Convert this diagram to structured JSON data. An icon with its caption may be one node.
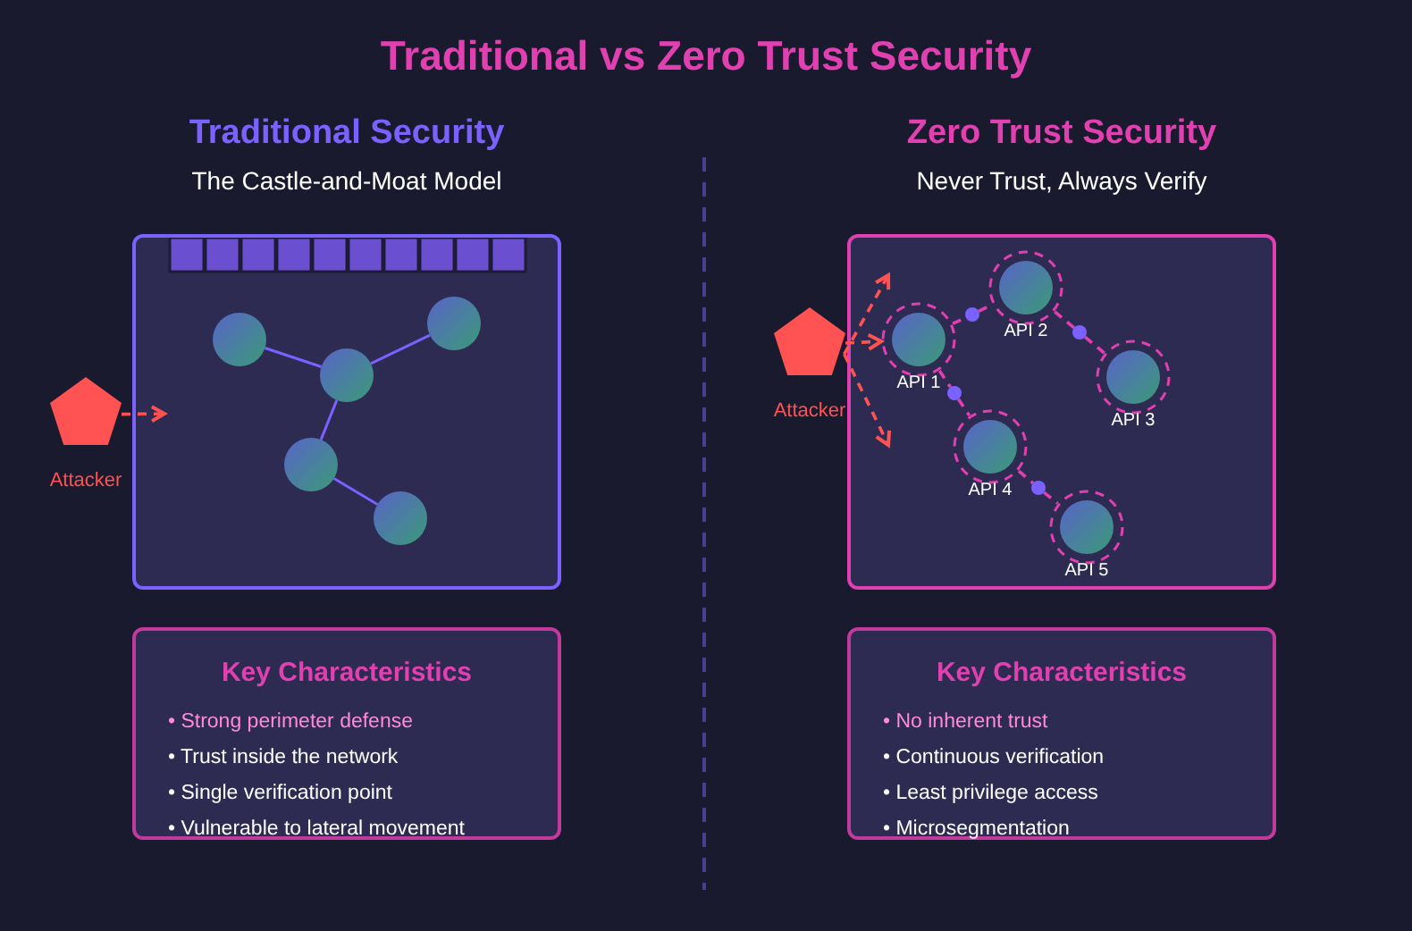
{
  "diagram": {
    "title": "Traditional vs Zero Trust Security",
    "nodes": [
      {
        "text": [],
        "shape": "box"
      },
      {
        "text": [],
        "shape": "circle",
        "in": 0
      },
      {
        "text": [],
        "shape": "circle",
        "in": 0
      },
      {
        "text": [],
        "shape": "circle",
        "in": 0
      },
      {
        "text": [],
        "shape": "circle",
        "in": 0
      },
      {
        "text": [],
        "shape": "circle",
        "in": 0
      },
      {
        "text": [],
        "shape": "pentagon",
        "beside": [
          "Attacker"
        ]
      },
      {
        "text": [],
        "shape": "box"
      },
      {
        "text": [],
        "shape": "circle",
        "in": 7,
        "beside": [
          "API 1"
        ]
      },
      {
        "text": [],
        "shape": "circle",
        "in": 7,
        "beside": [
          "API 2"
        ]
      },
      {
        "text": [],
        "shape": "circle",
        "in": 7,
        "beside": [
          "API 3"
        ]
      },
      {
        "text": [],
        "shape": "circle",
        "in": 7,
        "beside": [
          "API 4"
        ]
      },
      {
        "text": [],
        "shape": "circle",
        "in": 7,
        "beside": [
          "API 5"
        ]
      },
      {
        "text": [],
        "shape": "circle",
        "in": 7
      },
      {
        "text": [],
        "shape": "circle",
        "in": 7
      },
      {
        "text": [],
        "shape": "circle",
        "in": 7
      },
      {
        "text": [],
        "shape": "circle",
        "in": 7
      },
      {
        "text": [],
        "shape": "pentagon",
        "beside": [
          "Attacker"
        ]
      },
      {
        "text": [
          "Key Characteristics",
          "• Strong perimeter defense",
          "• Trust inside the network",
          "• Single verification point",
          "• Vulnerable to lateral movement"
        ]
      },
      {
        "text": [
          "Key Characteristics",
          "• No inherent trust",
          "• Continuous verification",
          "• Least privilege access",
          "• Microsegmentation"
        ]
      }
    ],
    "edges": [
      {
        "from": 1,
        "to": 3,
        "arrow": "none",
        "color": "#7b61ff"
      },
      {
        "from": 3,
        "to": 5,
        "arrow": "none",
        "color": "#7b61ff"
      },
      {
        "from": 3,
        "to": 2,
        "arrow": "none",
        "color": "#7b61ff"
      },
      {
        "from": 2,
        "to": 4,
        "arrow": "none",
        "color": "#7b61ff"
      },
      {
        "from": 6,
        "to": 0,
        "arrow": "to",
        "style": "dashed",
        "color": "#ff5252"
      },
      {
        "from": 8,
        "to": 13,
        "arrow": "none",
        "style": "dashed"
      },
      {
        "from": 13,
        "to": 9,
        "arrow": "none",
        "style": "dashed"
      },
      {
        "from": 9,
        "to": 14,
        "arrow": "none",
        "style": "dashed"
      },
      {
        "from": 14,
        "to": 10,
        "arrow": "none",
        "style": "dashed"
      },
      {
        "from": 8,
        "to": 15,
        "arrow": "none",
        "style": "dashed"
      },
      {
        "from": 15,
        "to": 11,
        "arrow": "none",
        "style": "dashed"
      },
      {
        "from": 11,
        "to": 16,
        "arrow": "none",
        "style": "dashed"
      },
      {
        "from": 16,
        "to": 12,
        "arrow": "none",
        "style": "dashed"
      },
      {
        "from": 17,
        "to": 7,
        "arrow": "to",
        "style": "dashed",
        "color": "#ff5252"
      },
      {
        "from": 17,
        "to": 8,
        "arrow": "to",
        "style": "dashed",
        "color": "#ff5252"
      },
      {
        "from": 17,
        "to": 7,
        "arrow": "to",
        "style": "dashed",
        "color": "#ff5252"
      }
    ],
    "labels": [
      "Traditional Security",
      "The Castle-and-Moat Model",
      "Zero Trust Security",
      "Never Trust, Always Verify"
    ]
  }
}
